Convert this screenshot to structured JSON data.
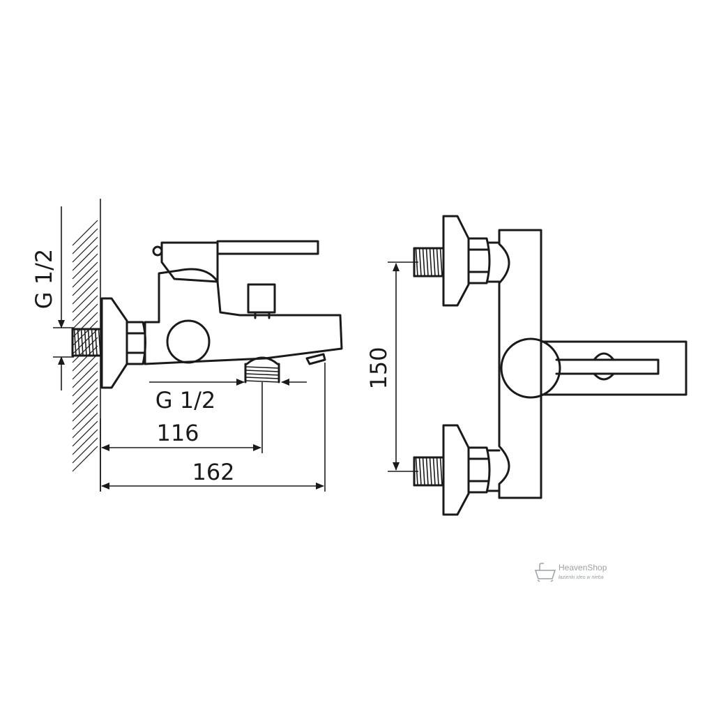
{
  "dimensions": {
    "thread_inlet": "G 1/2",
    "thread_outlet": "G 1/2",
    "length_outlet": "116",
    "length_total": "162",
    "center_distance": "150"
  },
  "watermark": {
    "brand": "HeavenShop",
    "tagline": "łazienki ideo w nieba",
    "icon": "bathtub-icon",
    "color": "#9aa0a6"
  },
  "colors": {
    "line": "#1a1a1a",
    "background": "#ffffff"
  }
}
